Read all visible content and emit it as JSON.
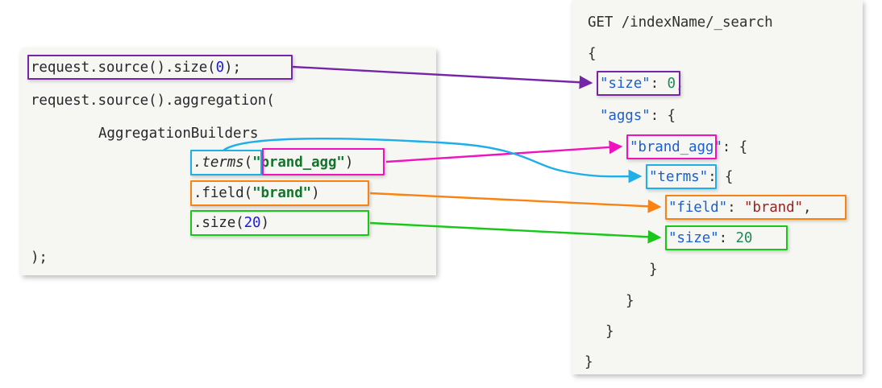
{
  "diagram": {
    "title": "Elasticsearch Java API request builder mapped to JSON search DSL",
    "colors": {
      "page_background": "#ffffff",
      "panel_background": "#f6f7f2",
      "purple": "#7526a8",
      "magenta": "#f012be",
      "cyan": "#1eaee8",
      "orange": "#f98312",
      "green": "#18c818",
      "java_number": "#1a1ae8",
      "java_string": "#13752b",
      "json_key": "#1c5fd0",
      "json_number": "#1f8a5a",
      "json_string": "#a02020"
    }
  },
  "java_panel": {
    "name": "java-code-panel",
    "lines": [
      {
        "id": "java-line-1",
        "indent": 0,
        "text": "request.source().size(0);",
        "boxed": "purple"
      },
      {
        "id": "java-line-2",
        "indent": 0,
        "text": "request.source().aggregation(",
        "boxed": null
      },
      {
        "id": "java-line-3",
        "indent": 8,
        "text": "AggregationBuilders",
        "boxed": null
      },
      {
        "id": "java-line-4",
        "indent": 13,
        "text": ".terms(\"brand_agg\")",
        "boxed": "cyan+magenta"
      },
      {
        "id": "java-line-5",
        "indent": 13,
        "text": ".field(\"brand\")",
        "boxed": "orange"
      },
      {
        "id": "java-line-6",
        "indent": 13,
        "text": ".size(20)",
        "boxed": "green"
      },
      {
        "id": "java-line-7",
        "indent": 0,
        "text": ");",
        "boxed": null
      }
    ],
    "tokens": {
      "line1_prefix": "request.source().size(",
      "line1_number": "0",
      "line1_suffix": ");",
      "line2": "request.source().aggregation(",
      "line3": "AggregationBuilders",
      "line4_method": ".terms",
      "line4_open": "(",
      "line4_arg": "\"brand_agg\"",
      "line4_close": ")",
      "line5_method": ".field(",
      "line5_arg": "\"brand\"",
      "line5_close": ")",
      "line6_method": ".size(",
      "line6_number": "20",
      "line6_close": ")",
      "line7": ");"
    }
  },
  "json_panel": {
    "name": "json-dsl-panel",
    "request_line": "GET /indexName/_search",
    "lines": [
      {
        "id": "json-line-open",
        "indent": 0,
        "text": "{",
        "boxed": null
      },
      {
        "id": "json-line-size0",
        "indent": 1,
        "text": "\"size\": 0,",
        "boxed": "purple"
      },
      {
        "id": "json-line-aggs",
        "indent": 1,
        "text": "\"aggs\": {",
        "boxed": null
      },
      {
        "id": "json-line-brandagg",
        "indent": 2,
        "text": "\"brand_agg\": {",
        "boxed": "magenta"
      },
      {
        "id": "json-line-terms",
        "indent": 3,
        "text": "\"terms\": {",
        "boxed": "cyan"
      },
      {
        "id": "json-line-field",
        "indent": 4,
        "text": "\"field\": \"brand\",",
        "boxed": "orange"
      },
      {
        "id": "json-line-size20",
        "indent": 4,
        "text": "\"size\": 20",
        "boxed": "green"
      },
      {
        "id": "json-line-close-1",
        "indent": 3,
        "text": "}",
        "boxed": null
      },
      {
        "id": "json-line-close-2",
        "indent": 2,
        "text": "}",
        "boxed": null
      },
      {
        "id": "json-line-close-3",
        "indent": 1,
        "text": "}",
        "boxed": null
      },
      {
        "id": "json-line-close-4",
        "indent": 0,
        "text": "}",
        "boxed": null
      }
    ],
    "tokens": {
      "size0_key": "\"size\"",
      "size0_colon": ": ",
      "size0_value": "0,",
      "aggs_key": "\"aggs\"",
      "aggs_rest": ": {",
      "brandagg_key": "\"brand_agg\"",
      "brandagg_rest": ": {",
      "terms_key": "\"terms\"",
      "terms_rest": ": {",
      "field_key": "\"field\"",
      "field_colon": ": ",
      "field_value": "\"brand\"",
      "field_comma": ",",
      "size20_key": "\"size\"",
      "size20_colon": ": ",
      "size20_value": "20",
      "brace": "}",
      "open_brace": "{"
    }
  },
  "connectors": [
    {
      "id": "connector-size0",
      "color": "#7526a8",
      "from": "java-line-1",
      "to": "json-line-size0",
      "style": "straight"
    },
    {
      "id": "connector-brandagg",
      "color": "#f012be",
      "from": "java-line-4-arg",
      "to": "json-line-brandagg",
      "style": "straight"
    },
    {
      "id": "connector-terms",
      "color": "#1eaee8",
      "from": "java-line-4-method",
      "to": "json-line-terms",
      "style": "curved"
    },
    {
      "id": "connector-field",
      "color": "#f98312",
      "from": "java-line-5",
      "to": "json-line-field",
      "style": "straight"
    },
    {
      "id": "connector-size20",
      "color": "#18c818",
      "from": "java-line-6",
      "to": "json-line-size20",
      "style": "straight"
    }
  ]
}
